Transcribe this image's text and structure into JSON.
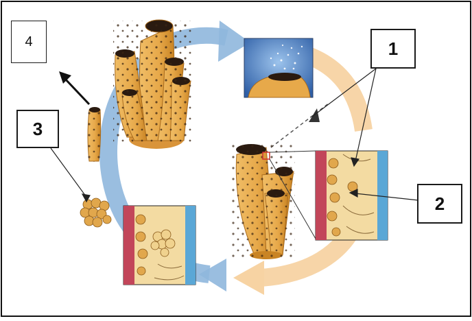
{
  "labels": {
    "l1": "1",
    "l2": "2",
    "l3": "3",
    "l4": "4"
  },
  "colors": {
    "blue_arrow": "#8fb7dd",
    "peach_arrow": "#f7d3a3",
    "sponge_body": "#e7a94a",
    "sponge_shadow": "#c98424",
    "pore_dots": "#3a2412",
    "mesohyl_red": "#c2465a",
    "choanoderm_blue": "#5aa7d6",
    "water_blue": "#4d7fbf"
  }
}
